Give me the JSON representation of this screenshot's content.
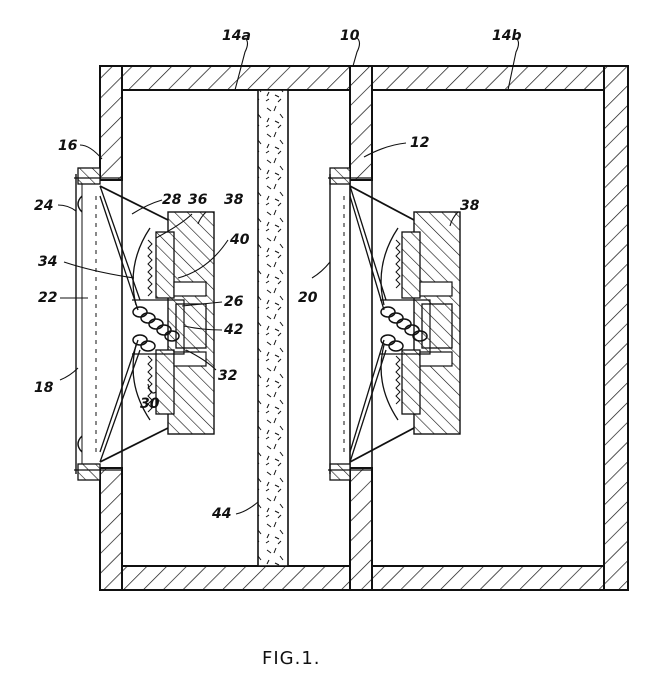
{
  "figure": {
    "caption": "FIG.1.",
    "ink_color": "#111111",
    "background": "#ffffff",
    "labels": {
      "l10": "10",
      "l12": "12",
      "l14a": "14a",
      "l14b": "14b",
      "l16": "16",
      "l18": "18",
      "l20": "20",
      "l22": "22",
      "l24": "24",
      "l26": "26",
      "l28": "28",
      "l30": "30",
      "l32": "32",
      "l34": "34",
      "l36": "36",
      "l38a": "38",
      "l38b": "38",
      "l40": "40",
      "l42": "42",
      "l44": "44"
    }
  }
}
